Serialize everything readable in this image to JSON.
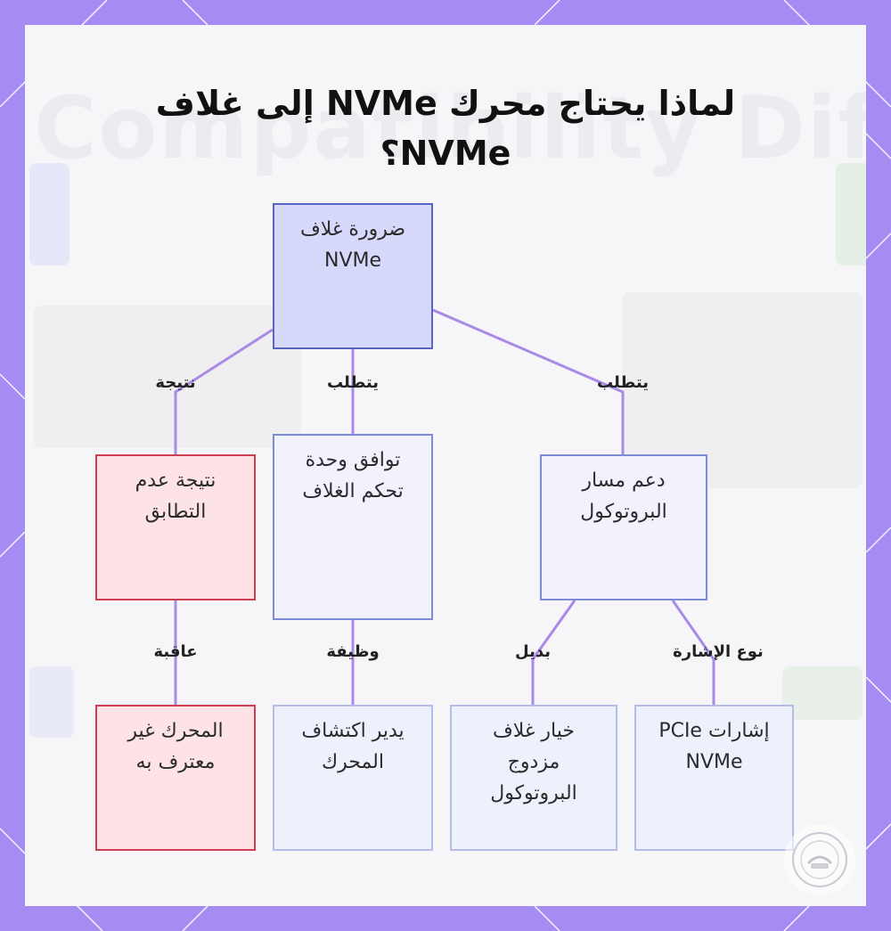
{
  "title": "لماذا يحتاج محرك NVMe إلى غلاف NVMe؟",
  "nodes": {
    "root": "ضرورة غلاف NVMe",
    "mismatch": "نتيجة عدم التطابق",
    "controller": "توافق وحدة تحكم الغلاف",
    "protocol_path": "دعم مسار البروتوكول",
    "unrecognized": "المحرك غير معترف به",
    "detection": "يدير اكتشاف المحرك",
    "dual_enclosure": "خيار غلاف مزدوج البروتوكول",
    "pcie_signals": "إشارات PCIe NVMe"
  },
  "edge_labels": {
    "result": "نتيجة",
    "requires_controller": "يتطلب",
    "requires_protocol": "يتطلب",
    "consequence": "عاقبة",
    "function": "وظيفة",
    "alternative": "بديل",
    "signal_type": "نوع الإشارة"
  },
  "colors": {
    "frame": "#a48cf3",
    "connector": "#a98ae6",
    "root_fill": "#d7d9fb",
    "red_border": "#cf3e52"
  }
}
